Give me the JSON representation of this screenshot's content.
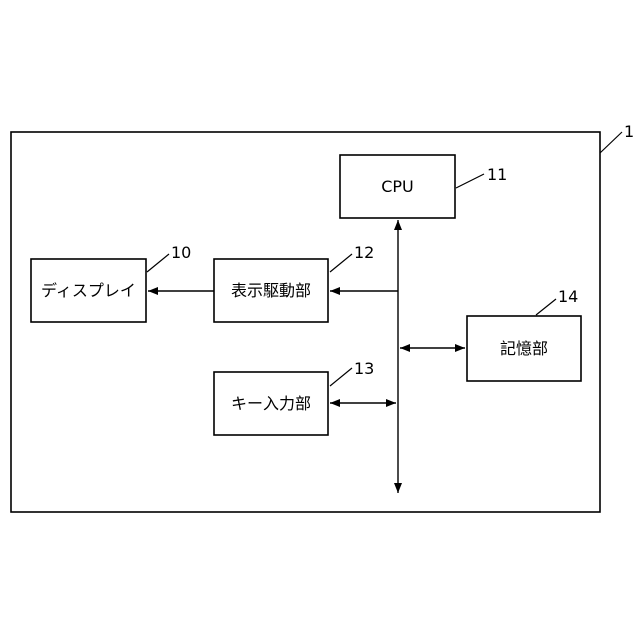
{
  "diagram": {
    "device": {
      "ref": "1"
    },
    "blocks": {
      "cpu": {
        "label": "CPU",
        "ref": "11"
      },
      "display": {
        "label": "ディスプレイ",
        "ref": "10"
      },
      "display_driver": {
        "label": "表示駆動部",
        "ref": "12"
      },
      "key_input": {
        "label": "キー入力部",
        "ref": "13"
      },
      "storage": {
        "label": "記憶部",
        "ref": "14"
      }
    },
    "connections": [
      {
        "from": "bus",
        "to": "cpu",
        "direction": "bidirectional"
      },
      {
        "from": "bus",
        "to": "display_driver",
        "direction": "to"
      },
      {
        "from": "display_driver",
        "to": "display",
        "direction": "to"
      },
      {
        "from": "bus",
        "to": "key_input",
        "direction": "bidirectional"
      },
      {
        "from": "bus",
        "to": "storage",
        "direction": "bidirectional"
      }
    ]
  }
}
